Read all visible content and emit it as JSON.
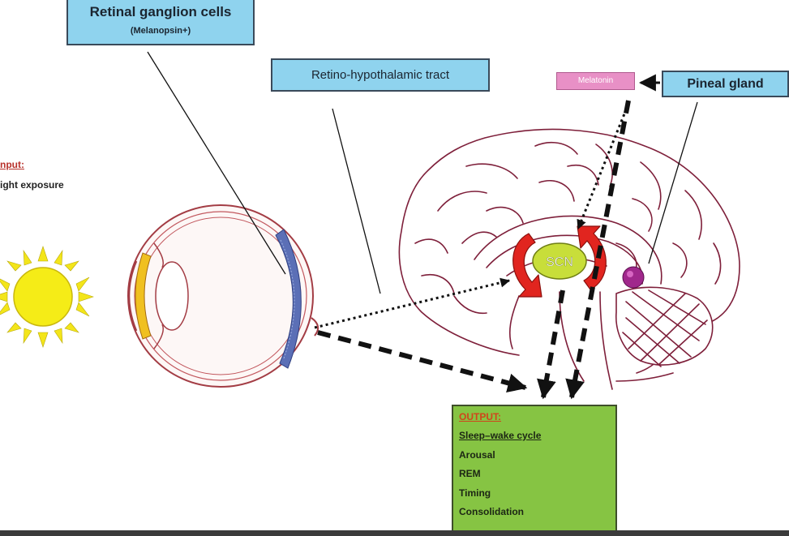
{
  "labels": {
    "rgc_title": "Retinal ganglion cells",
    "rgc_subtitle": "(Melanopsin+)",
    "tract": "Retino-hypothalamic tract",
    "pineal": "Pineal gland",
    "melatonin": "Melatonin",
    "scn": "SCN",
    "input_label": "nput:",
    "input_value": "ight exposure"
  },
  "output": {
    "title": "OUTPUT:",
    "items": [
      "Sleep–wake cycle",
      "Arousal",
      "REM",
      "Timing",
      "Consolidation"
    ]
  },
  "colors": {
    "label_box_fill": "#8fd3ee",
    "melatonin_fill": "#e890c6",
    "output_fill": "#86c443",
    "sun_fill": "#f5ec17",
    "scn_fill": "#c8de3a",
    "cycle_arrow": "#e1251f",
    "pineal_fill": "#a0288c",
    "brain_outline": "#7e1f3a",
    "eye_outline": "#a33c44",
    "retina_fill": "#5b6fb6",
    "lens_fill": "#f0c020"
  },
  "icons": [
    "sun-icon",
    "eye-illustration",
    "brain-illustration",
    "scn-nucleus",
    "pineal-gland-icon"
  ]
}
